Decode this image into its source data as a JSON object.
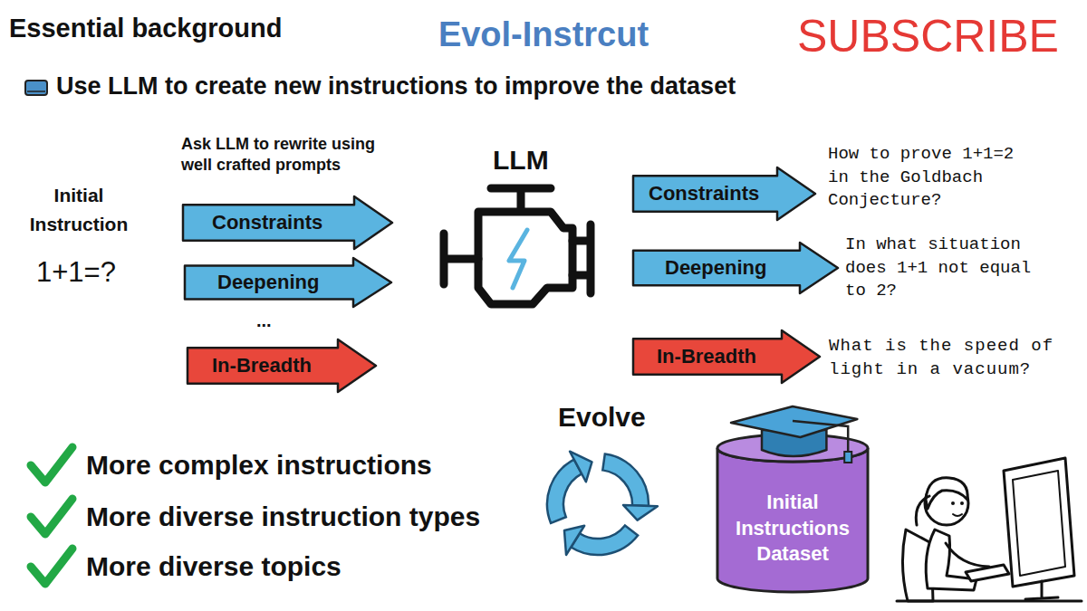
{
  "diagram": {
    "title": "Evol-Instrcut",
    "nodes": [
      {
        "text": [
          "Constraints"
        ]
      },
      {
        "text": [
          "Deepening"
        ]
      },
      {
        "text": [
          "In-Breadth"
        ]
      },
      {
        "text": [
          "LLM"
        ]
      },
      {
        "text": [
          "Constraints"
        ]
      },
      {
        "text": [
          "Deepening"
        ]
      },
      {
        "text": [
          "In-Breadth"
        ]
      },
      {
        "text": [
          "Initial Instructions Dataset"
        ]
      }
    ],
    "labels": [
      "Essential background",
      "SUBSCRIBE",
      "Use LLM to create new instructions to improve the dataset",
      "Ask LLM to rewrite using well crafted prompts",
      "Initial Instruction",
      "1+1=?",
      "...",
      "How to prove 1+1=2 in the Goldbach Conjecture?",
      "In what situation does 1+1 not equal to 2?",
      "What is the speed of light in a vacuum?",
      "Evolve",
      "More complex instructions",
      "More diverse instruction types",
      "More diverse topics"
    ]
  }
}
